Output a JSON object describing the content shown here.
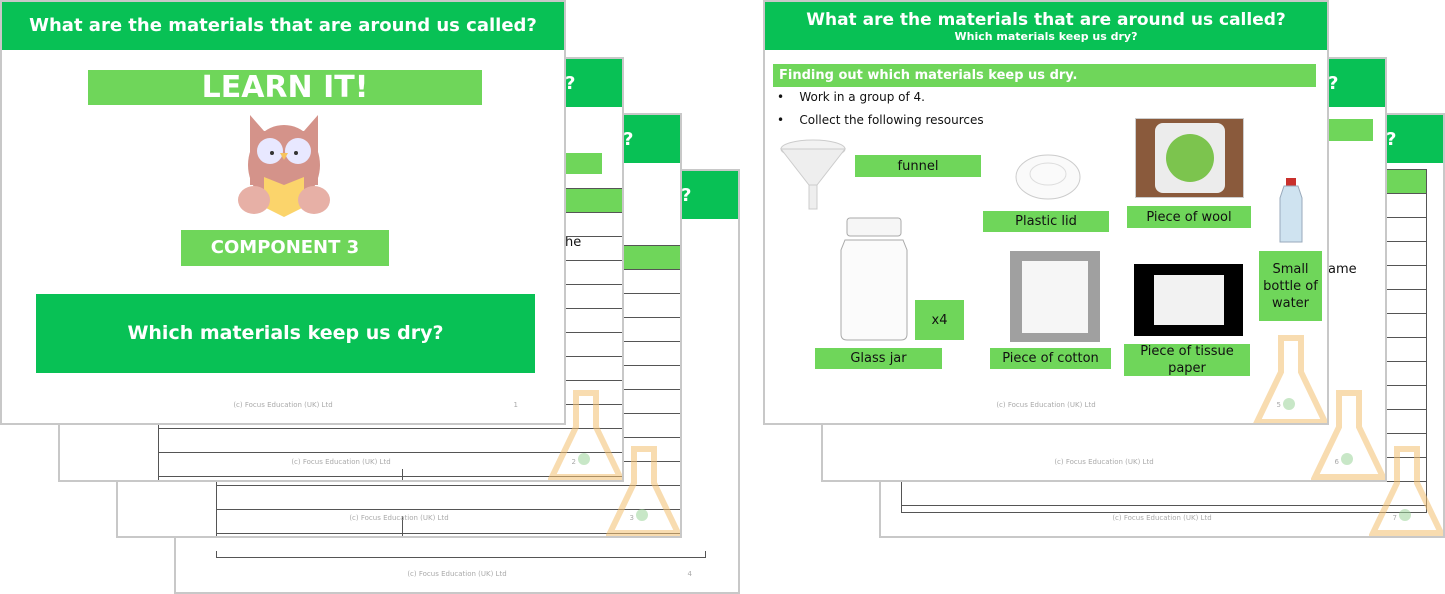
{
  "title": "What are the materials that are around us called?",
  "question_mark": "?",
  "footer": "(c) Focus Education (UK) Ltd",
  "slide1": {
    "learn": "LEARN IT!",
    "component": "COMPONENT 3",
    "question": "Which materials keep us dry?",
    "page": "1"
  },
  "slide2": {
    "page": "2",
    "partial": "he"
  },
  "slide3": {
    "page": "3"
  },
  "slide4": {
    "page": "4"
  },
  "slide5": {
    "subtitle": "Which materials keep us dry?",
    "heading": "Finding out which materials keep us dry.",
    "bullets": [
      "Work in a group of 4.",
      "Collect the following resources"
    ],
    "labels": {
      "funnel": "funnel",
      "lid": "Plastic lid",
      "wool": "Piece of wool",
      "bottle": "Small bottle of water",
      "jar": "Glass jar",
      "x4": "x4",
      "cotton": "Piece of cotton",
      "tissue": "Piece of tissue paper"
    },
    "page": "5"
  },
  "slide6": {
    "page": "6",
    "partial": "ame"
  },
  "slide7": {
    "page": "7"
  },
  "colors": {
    "header": "#08c155",
    "accent": "#6fd65a"
  }
}
